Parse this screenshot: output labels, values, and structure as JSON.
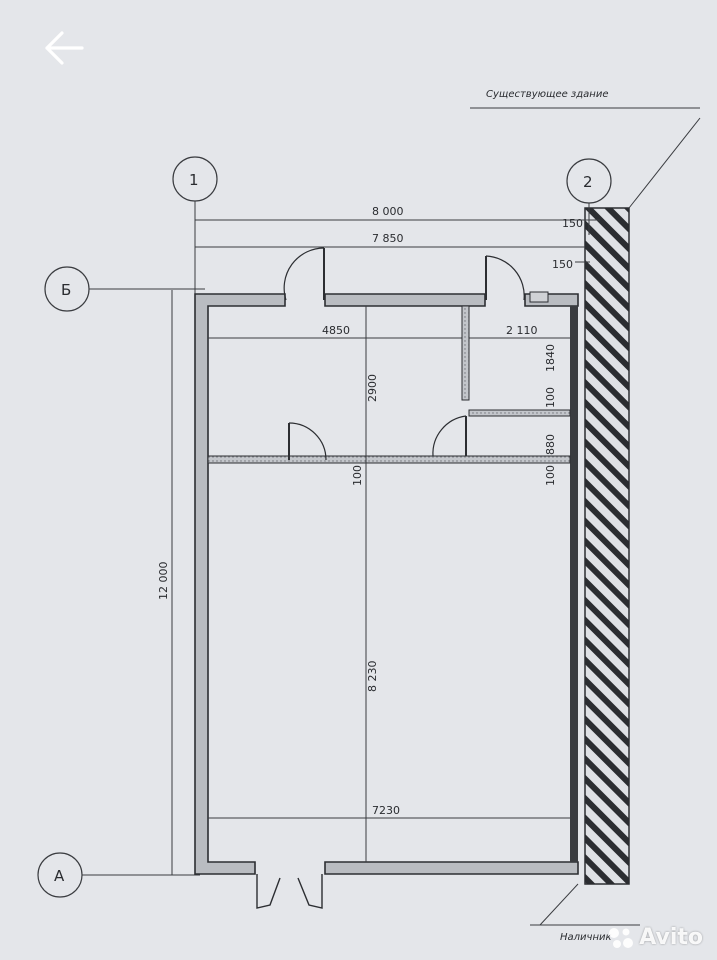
{
  "toolbar": {
    "back_icon": "arrow-left-icon"
  },
  "plan": {
    "existing_building_label": "Существующее здание",
    "bottom_note": "Наличник",
    "axes": {
      "a1": "1",
      "a2": "2",
      "b": "Б",
      "a": "А"
    },
    "dimensions": {
      "overall_width": "8 000",
      "inner_width": "7 850",
      "wall_offset_top": "150",
      "wall_offset_second": "150",
      "room_left_width": "4850",
      "room_right_width": "2 110",
      "height_upper": "2900",
      "height_right_top": "1840",
      "partition_a": "100",
      "height_right_mid": "880",
      "partition_b": "100",
      "partition_c": "100",
      "height_main": "8 230",
      "overall_height": "12 000",
      "bottom_width": "7230"
    }
  },
  "watermark": {
    "brand": "Avito",
    "icon": "avito-logo-icon"
  }
}
